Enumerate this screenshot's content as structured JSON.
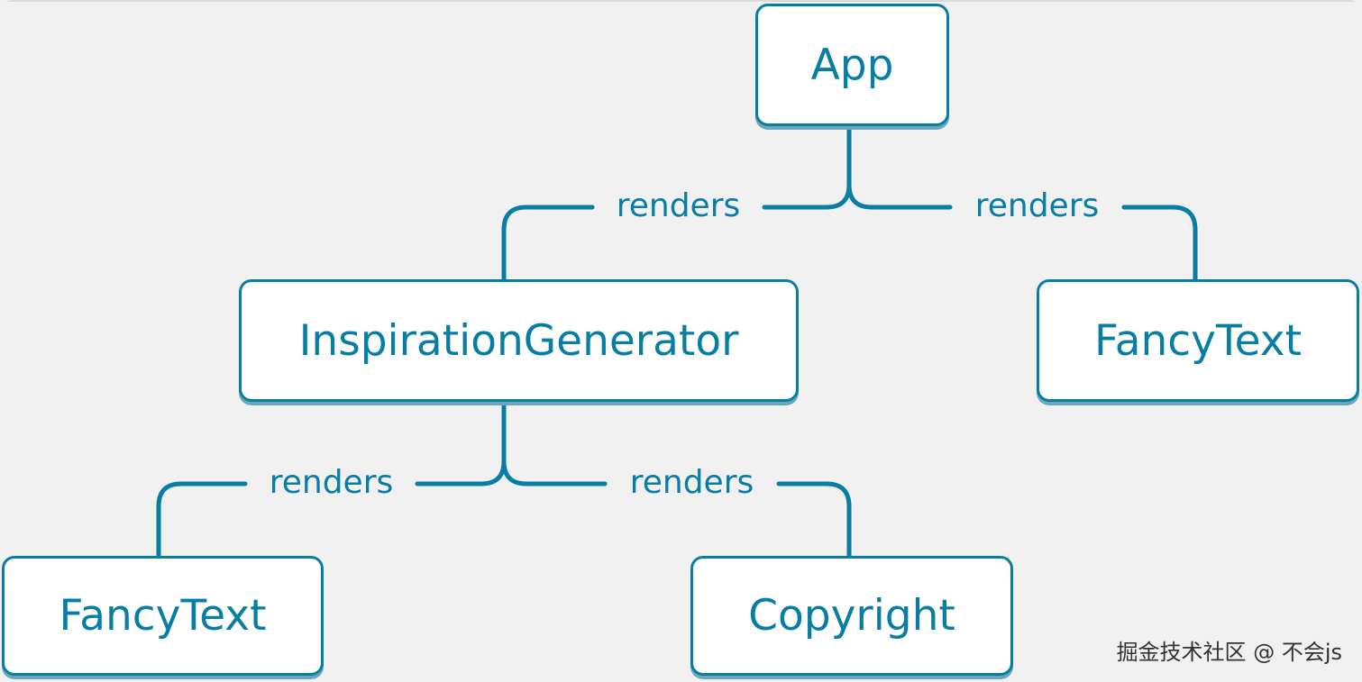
{
  "nodes": {
    "app": "App",
    "inspiration_generator": "InspirationGenerator",
    "fancy_text_right": "FancyText",
    "fancy_text_left": "FancyText",
    "copyright": "Copyright"
  },
  "edges": [
    {
      "from": "App",
      "to": "InspirationGenerator",
      "label": "renders"
    },
    {
      "from": "App",
      "to": "FancyText",
      "label": "renders"
    },
    {
      "from": "InspirationGenerator",
      "to": "FancyText",
      "label": "renders"
    },
    {
      "from": "InspirationGenerator",
      "to": "Copyright",
      "label": "renders"
    }
  ],
  "watermark": "掘金技术社区 @ 不会js",
  "colors": {
    "accent": "#087ea4",
    "background": "#f1f1f1",
    "node_fill": "#ffffff"
  }
}
